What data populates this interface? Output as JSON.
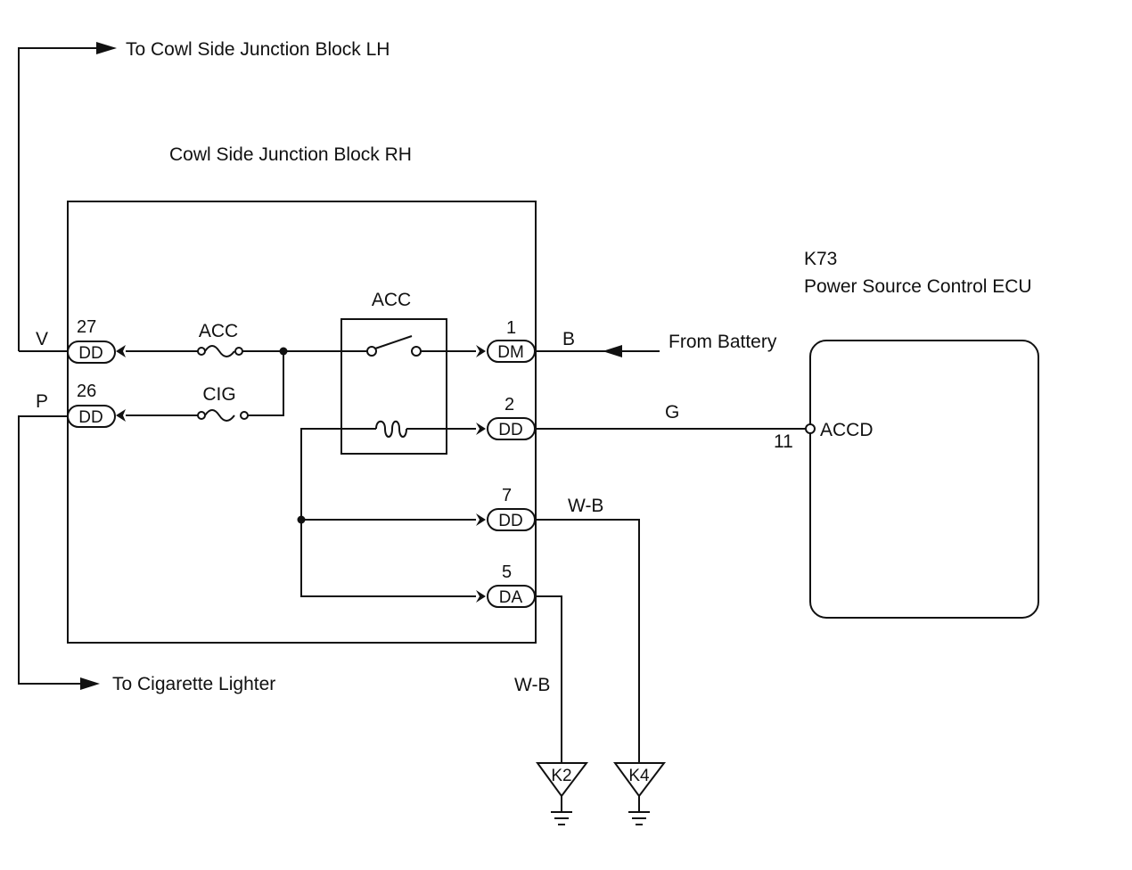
{
  "colors": {
    "line": "#111111",
    "background": "#ffffff"
  },
  "junction_block": {
    "title": "Cowl Side Junction Block RH",
    "relay_label": "ACC",
    "fuses": [
      {
        "label": "ACC"
      },
      {
        "label": "CIG"
      }
    ]
  },
  "ecu": {
    "code": "K73",
    "name": "Power Source Control ECU",
    "terminal_name": "ACCD",
    "terminal_pin": "11"
  },
  "connectors": [
    {
      "pin": "27",
      "code": "DD"
    },
    {
      "pin": "26",
      "code": "DD"
    },
    {
      "pin": "1",
      "code": "DM"
    },
    {
      "pin": "2",
      "code": "DD"
    },
    {
      "pin": "7",
      "code": "DD"
    },
    {
      "pin": "5",
      "code": "DA"
    }
  ],
  "wire_colors": {
    "acc_out": "V",
    "cig_out": "P",
    "battery": "B",
    "accd": "G",
    "ground_7": "W-B",
    "ground_5": "W-B"
  },
  "destinations": {
    "top": "To Cowl Side Junction Block LH",
    "bottom": "To Cigarette Lighter",
    "battery": "From Battery"
  },
  "grounds": [
    {
      "code": "K2"
    },
    {
      "code": "K4"
    }
  ]
}
